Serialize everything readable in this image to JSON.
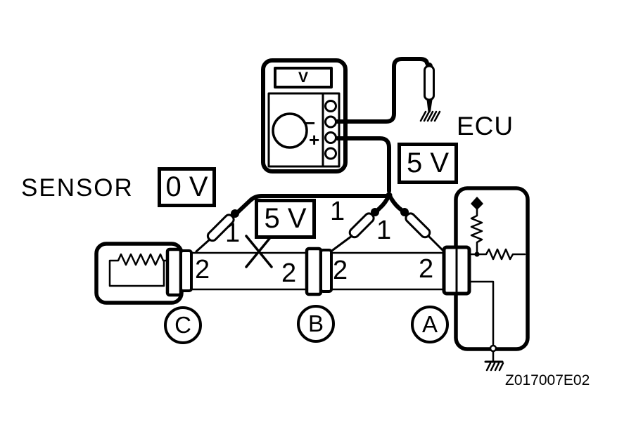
{
  "figure": {
    "code": "Z017007E02"
  },
  "labels": {
    "sensor": "SENSOR",
    "ecu": "ECU"
  },
  "meter": {
    "display": "V",
    "minus": "−",
    "plus": "+"
  },
  "voltages": {
    "at_sensor": "0 V",
    "at_connector_b": "5 V",
    "at_connector_a": "5 V"
  },
  "terminals": {
    "c1": "1",
    "b1": "1",
    "a1": "1",
    "c2": "2",
    "mid2": "2",
    "b2": "2",
    "a2": "2"
  },
  "connector_ids": {
    "c": "C",
    "b": "B",
    "a": "A"
  }
}
